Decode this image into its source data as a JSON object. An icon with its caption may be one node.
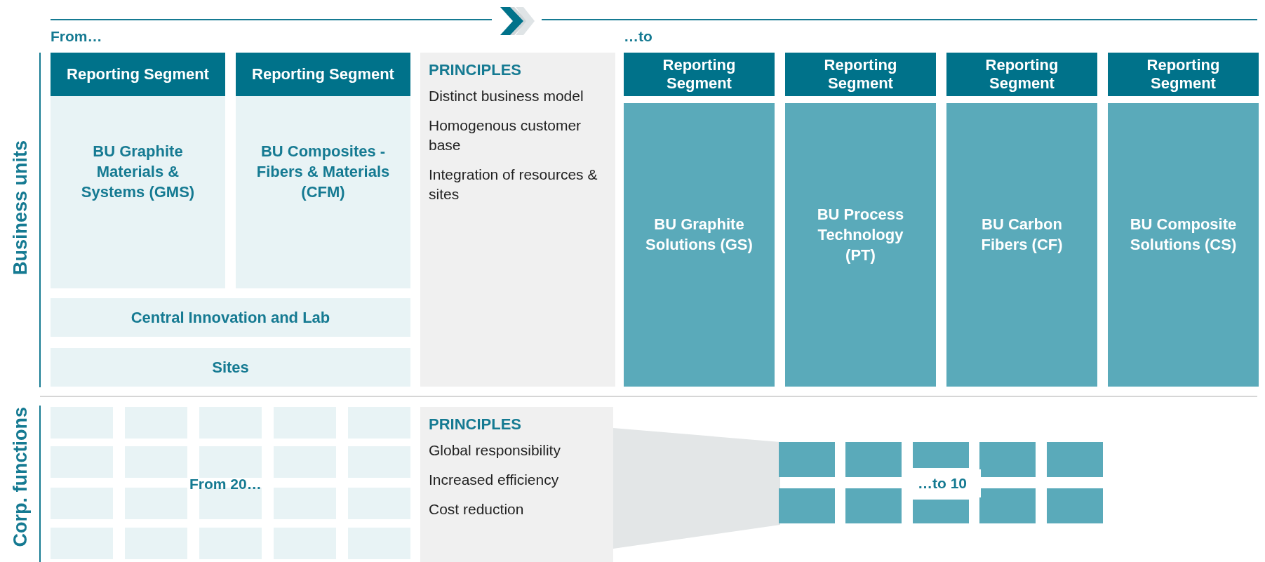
{
  "diagram": {
    "nodes": [
      {
        "text": [
          "Reporting Segment"
        ]
      },
      {
        "text": [
          "BU Graphite Materials & Systems (GMS)"
        ]
      },
      {
        "text": [
          "Reporting Segment"
        ]
      },
      {
        "text": [
          "BU Composites - Fibers & Materials (CFM)"
        ]
      },
      {
        "text": [
          "Central Innovation and Lab"
        ]
      },
      {
        "text": [
          "Sites"
        ]
      },
      {
        "text": [
          "PRINCIPLES",
          "Distinct business model",
          "Homogenous customer base",
          "Integration of resources & sites"
        ]
      },
      {
        "text": [
          "Reporting Segment"
        ]
      },
      {
        "text": [
          "BU Graphite Solutions (GS)"
        ]
      },
      {
        "text": [
          "Reporting Segment"
        ]
      },
      {
        "text": [
          "BU Process Technology (PT)"
        ]
      },
      {
        "text": [
          "Reporting Segment"
        ]
      },
      {
        "text": [
          "BU Carbon Fibers (CF)"
        ]
      },
      {
        "text": [
          "Reporting Segment"
        ]
      },
      {
        "text": [
          "BU Composite Solutions (CS)"
        ]
      },
      {
        "text": [],
        "shape": "box"
      },
      {
        "text": [],
        "shape": "box"
      },
      {
        "text": [],
        "shape": "box"
      },
      {
        "text": [],
        "shape": "box"
      },
      {
        "text": [],
        "shape": "box"
      },
      {
        "text": [],
        "shape": "box"
      },
      {
        "text": [],
        "shape": "box"
      },
      {
        "text": [],
        "shape": "box"
      },
      {
        "text": [],
        "shape": "box"
      },
      {
        "text": [],
        "shape": "box"
      },
      {
        "text": [],
        "shape": "box"
      },
      {
        "text": [],
        "shape": "box"
      },
      {
        "text": [],
        "shape": "box"
      },
      {
        "text": [],
        "shape": "box"
      },
      {
        "text": [],
        "shape": "box"
      },
      {
        "text": [],
        "shape": "box"
      },
      {
        "text": [],
        "shape": "box"
      },
      {
        "text": [],
        "shape": "box"
      },
      {
        "text": [],
        "shape": "box"
      },
      {
        "text": [],
        "shape": "box"
      },
      {
        "text": [
          "PRINCIPLES",
          "Global responsibility",
          "Increased efficiency",
          "Cost reduction"
        ]
      },
      {
        "text": [],
        "shape": "box"
      },
      {
        "text": [],
        "shape": "box"
      },
      {
        "text": [],
        "shape": "box"
      },
      {
        "text": [],
        "shape": "box"
      },
      {
        "text": [],
        "shape": "box"
      },
      {
        "text": [],
        "shape": "box"
      },
      {
        "text": [],
        "shape": "box"
      },
      {
        "text": [],
        "shape": "box"
      },
      {
        "text": [],
        "shape": "box"
      },
      {
        "text": [],
        "shape": "box"
      },
      {
        "text": [],
        "shape": "funnel"
      }
    ],
    "labels": [
      "From…",
      "…to",
      "Business units",
      "Corp. functions",
      "From 20…",
      "…to 10"
    ]
  }
}
